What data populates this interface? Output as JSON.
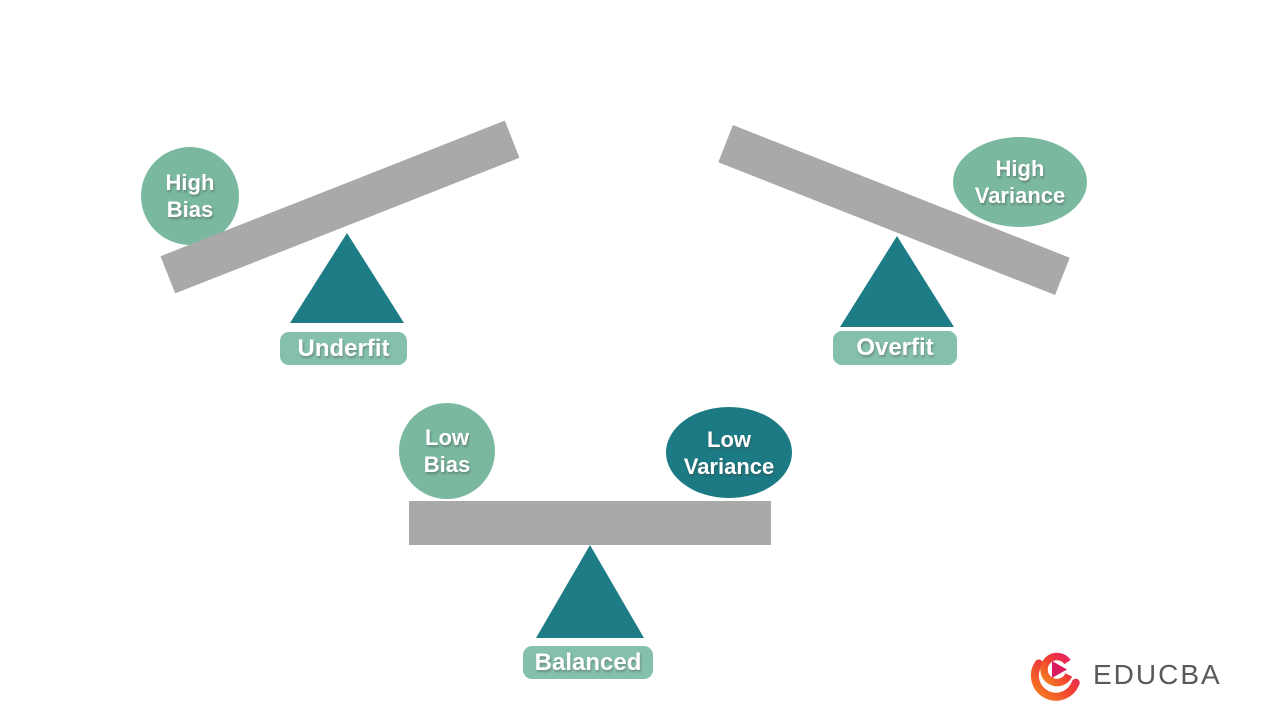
{
  "palette": {
    "page_background": "#ffffff",
    "bubble_light_green": "#7ab9a0",
    "bubble_dark_teal": "#1b7a83",
    "fulcrum_teal": "#1d7c86",
    "plank_gray": "#a9a9a9",
    "tag_green": "#85c0aa",
    "logo_text_gray": "#58595b",
    "logo_gradient_orange": "#f5821f",
    "logo_gradient_red": "#ef3e33",
    "logo_gradient_pink": "#e81f63",
    "logo_play_triangle": "#d91a5c"
  },
  "seesaws": {
    "underfit": {
      "bubble": {
        "line1": "High",
        "line2": "Bias"
      },
      "tag": "Underfit",
      "tilt": "left-down"
    },
    "overfit": {
      "bubble": {
        "line1": "High",
        "line2": "Variance"
      },
      "tag": "Overfit",
      "tilt": "right-down"
    },
    "balanced": {
      "bubble_left": {
        "line1": "Low",
        "line2": "Bias"
      },
      "bubble_right": {
        "line1": "Low",
        "line2": "Variance"
      },
      "tag": "Balanced",
      "tilt": "level"
    }
  },
  "logo": {
    "text": "EDUCBA",
    "icon": "educba-play-swirl-icon"
  }
}
